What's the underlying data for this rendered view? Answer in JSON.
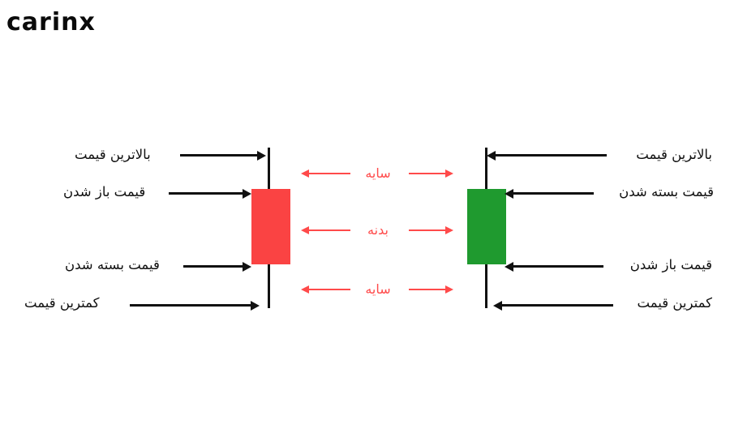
{
  "brand": {
    "logo_text": "carinx"
  },
  "diagram": {
    "title": "",
    "colors": {
      "bearish": "#fa4343",
      "bullish": "#1f9a2f",
      "wick": "#111111",
      "annotation": "#ff4a4a",
      "label": "#111111",
      "background": "#ffffff"
    },
    "bearish_candle": {
      "name": "red-candle",
      "labels": [
        {
          "key": "high",
          "text": "بالاترین قیمت"
        },
        {
          "key": "open",
          "text": "قیمت باز شدن"
        },
        {
          "key": "close",
          "text": "قیمت بسته شدن"
        },
        {
          "key": "low",
          "text": "کمترین قیمت"
        }
      ]
    },
    "bullish_candle": {
      "name": "green-candle",
      "labels": [
        {
          "key": "high",
          "text": "بالاترین قیمت"
        },
        {
          "key": "close",
          "text": "قیمت بسته شدن"
        },
        {
          "key": "open",
          "text": "قیمت باز شدن"
        },
        {
          "key": "low",
          "text": "کمترین قیمت"
        }
      ]
    },
    "center_annotations": [
      {
        "key": "upper_shadow",
        "text": "سایه"
      },
      {
        "key": "body",
        "text": "بدنه"
      },
      {
        "key": "lower_shadow",
        "text": "سایه"
      }
    ]
  }
}
